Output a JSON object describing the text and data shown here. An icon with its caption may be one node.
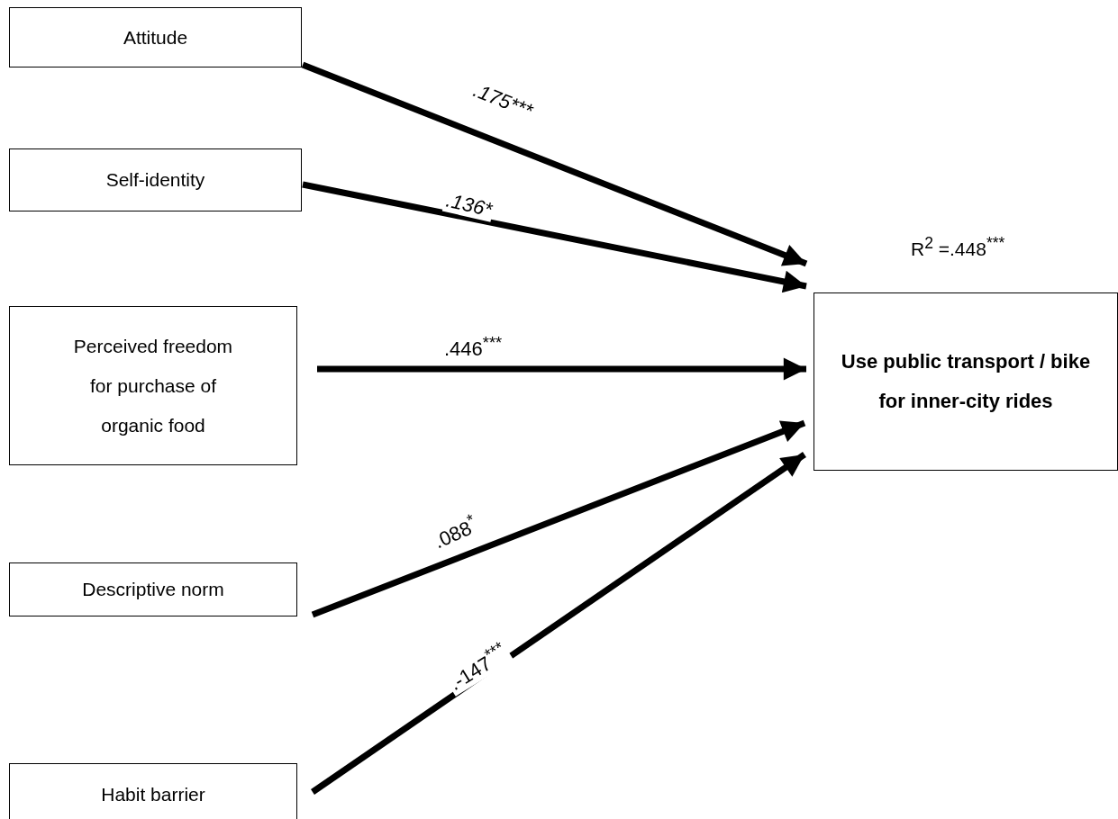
{
  "diagram": {
    "nodes": [
      {
        "text": [
          "Attitude"
        ]
      },
      {
        "text": [
          "Self-identity"
        ]
      },
      {
        "text": [
          "Perceived freedom for purchase of organic food"
        ]
      },
      {
        "text": [
          "Descriptive norm"
        ]
      },
      {
        "text": [
          "Habit barrier"
        ]
      },
      {
        "text": [
          "Use public transport / bike for inner-city rides"
        ],
        "beside": [
          "R$^{2}$ =.448$^{***}$"
        ]
      }
    ],
    "edges": [
      {
        "from": 0,
        "to": 5,
        "arrow": "to",
        "label": ".175***"
      },
      {
        "from": 1,
        "to": 5,
        "arrow": "to",
        "label": ".136*"
      },
      {
        "from": 2,
        "to": 5,
        "arrow": "to",
        "label": ".446$^{***}$"
      },
      {
        "from": 3,
        "to": 5,
        "arrow": "to",
        "label": ".088$^{*}$"
      },
      {
        "from": 4,
        "to": 5,
        "arrow": "to",
        "label": ".-147$^{***}$"
      }
    ]
  }
}
